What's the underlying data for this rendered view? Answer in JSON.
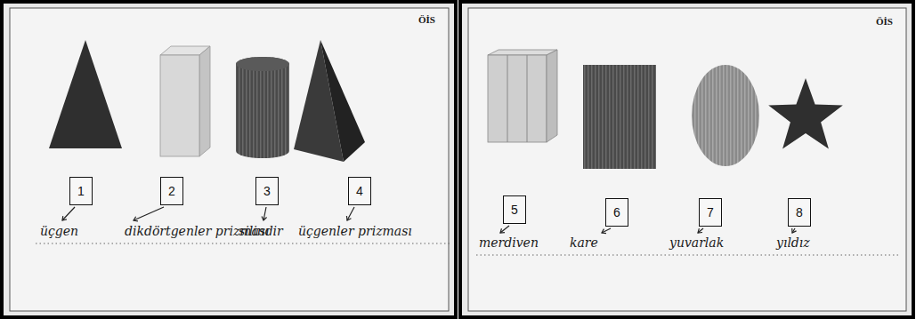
{
  "diagram": {
    "nodes": [
      {
        "text": [
          "1"
        ]
      },
      {
        "text": [
          "2"
        ]
      },
      {
        "text": [
          "3"
        ]
      },
      {
        "text": [
          "4"
        ]
      },
      {
        "text": [
          "5"
        ]
      },
      {
        "text": [
          "6"
        ]
      },
      {
        "text": [
          "7"
        ]
      },
      {
        "text": [
          "8"
        ]
      }
    ],
    "labels": [
      "ÖİS",
      "üçgen",
      "dikdörtgenler prizması",
      "silindir",
      "üçgenler prizması",
      "ÖİS",
      "merdiven",
      "kare",
      "yuvarlak",
      "yıldız"
    ]
  }
}
